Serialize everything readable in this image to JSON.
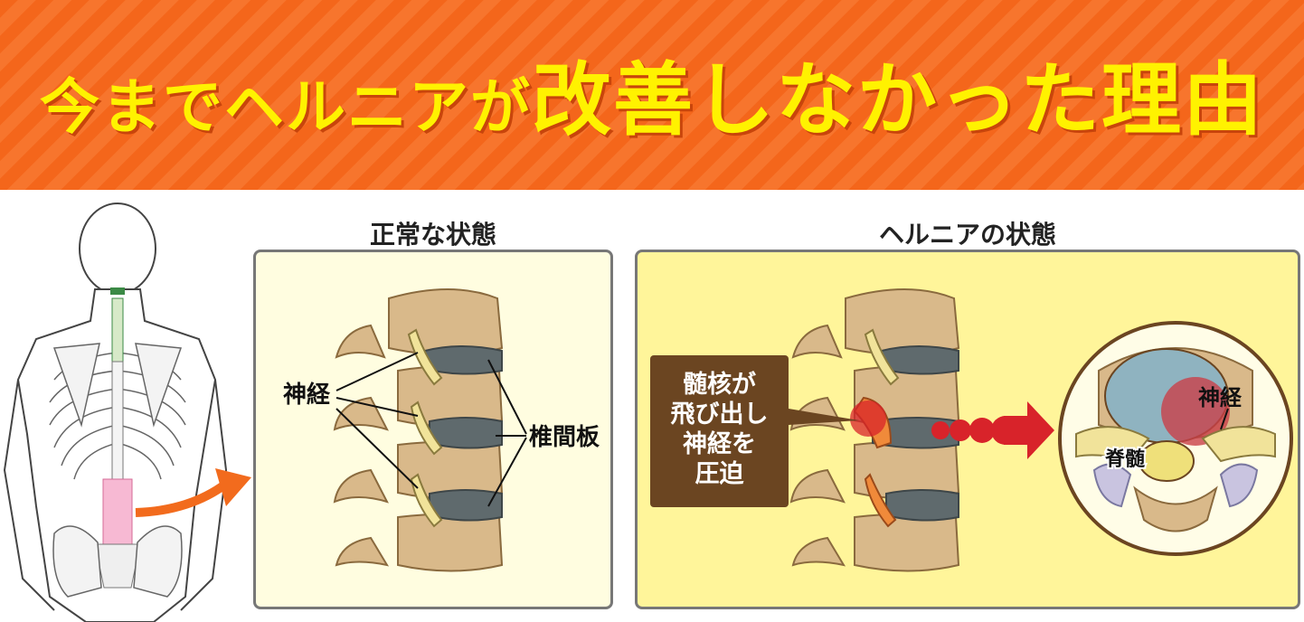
{
  "title": {
    "part1": "今までヘルニアが",
    "part2": "改善しなかった理由"
  },
  "panels": {
    "normal": {
      "label": "正常な状態",
      "nerve": "神経",
      "disc": "椎間板"
    },
    "hernia": {
      "label": "ヘルニアの状態",
      "callout": [
        "髄核が",
        "飛び出し",
        "神経を",
        "圧迫"
      ],
      "nerve": "神経",
      "spinal_cord": "脊髄"
    }
  },
  "colors": {
    "banner": "#f4661b",
    "title": "#fff200",
    "bone": "#d9b98a",
    "disc": "#5f6a6d",
    "nerve": "#f1e39a",
    "lumbar_highlight": "#f7b9d3",
    "arrow": "#f26b1d",
    "compression": "#d8232a"
  }
}
